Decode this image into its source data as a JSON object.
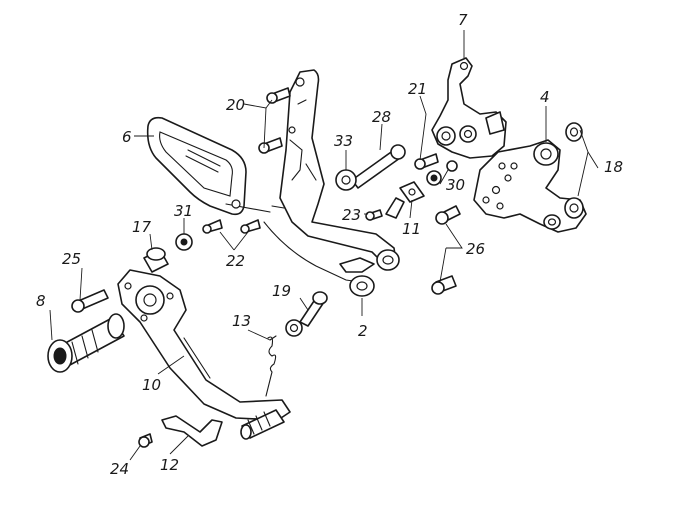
{
  "diagram": {
    "callouts": {
      "c2": "2",
      "c4": "4",
      "c6": "6",
      "c7": "7",
      "c8": "8",
      "c10": "10",
      "c11": "11",
      "c12": "12",
      "c13": "13",
      "c17": "17",
      "c18": "18",
      "c19": "19",
      "c20": "20",
      "c21": "21",
      "c22": "22",
      "c23": "23",
      "c24": "24",
      "c25": "25",
      "c26": "26",
      "c28": "28",
      "c30": "30",
      "c31": "31",
      "c33": "33"
    },
    "colors": {
      "line": "#1a1a1a",
      "background": "#ffffff"
    }
  }
}
